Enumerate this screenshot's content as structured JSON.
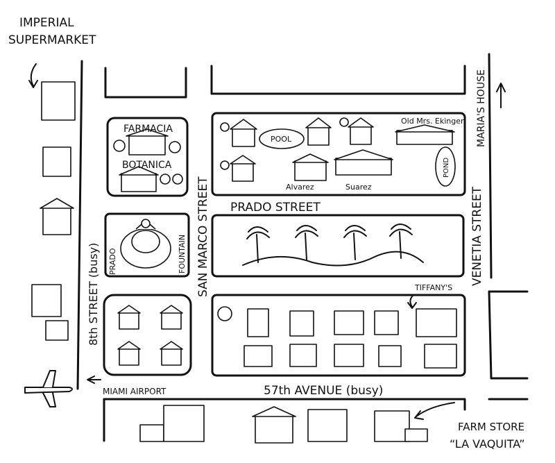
{
  "labels": {
    "imperial_supermarket_1": "IMPERIAL",
    "imperial_supermarket_2": "SUPERMARKET",
    "farmacia": "FARMACIA",
    "botanica": "BOTANICA",
    "pool": "POOL",
    "old_mrs_ekinger": "Old Mrs. Ekinger",
    "alvarez": "Alvarez",
    "suarez": "Suarez",
    "pond": "POND",
    "marias_house": "MARIA'S HOUSE",
    "san_marco_street": "SAN MARCO STREET",
    "prado_street": "PRADO STREET",
    "venetia_street": "VENETIA STREET",
    "prado": "PRADO",
    "fountain": "FOUNTAIN",
    "eighth_street": "8th STREET (busy)",
    "tiffanys": "TIFFANY'S",
    "miami_airport": "MIAMI AIRPORT",
    "avenue_57": "57th AVENUE (busy)",
    "farm_store_1": "FARM STORE",
    "farm_store_2": "“LA VAQUITA”"
  },
  "icons": [
    "airplane-icon",
    "palm-tree-icon",
    "tree-icon",
    "house-icon",
    "building-icon",
    "fountain-icon",
    "arrow-icon"
  ]
}
